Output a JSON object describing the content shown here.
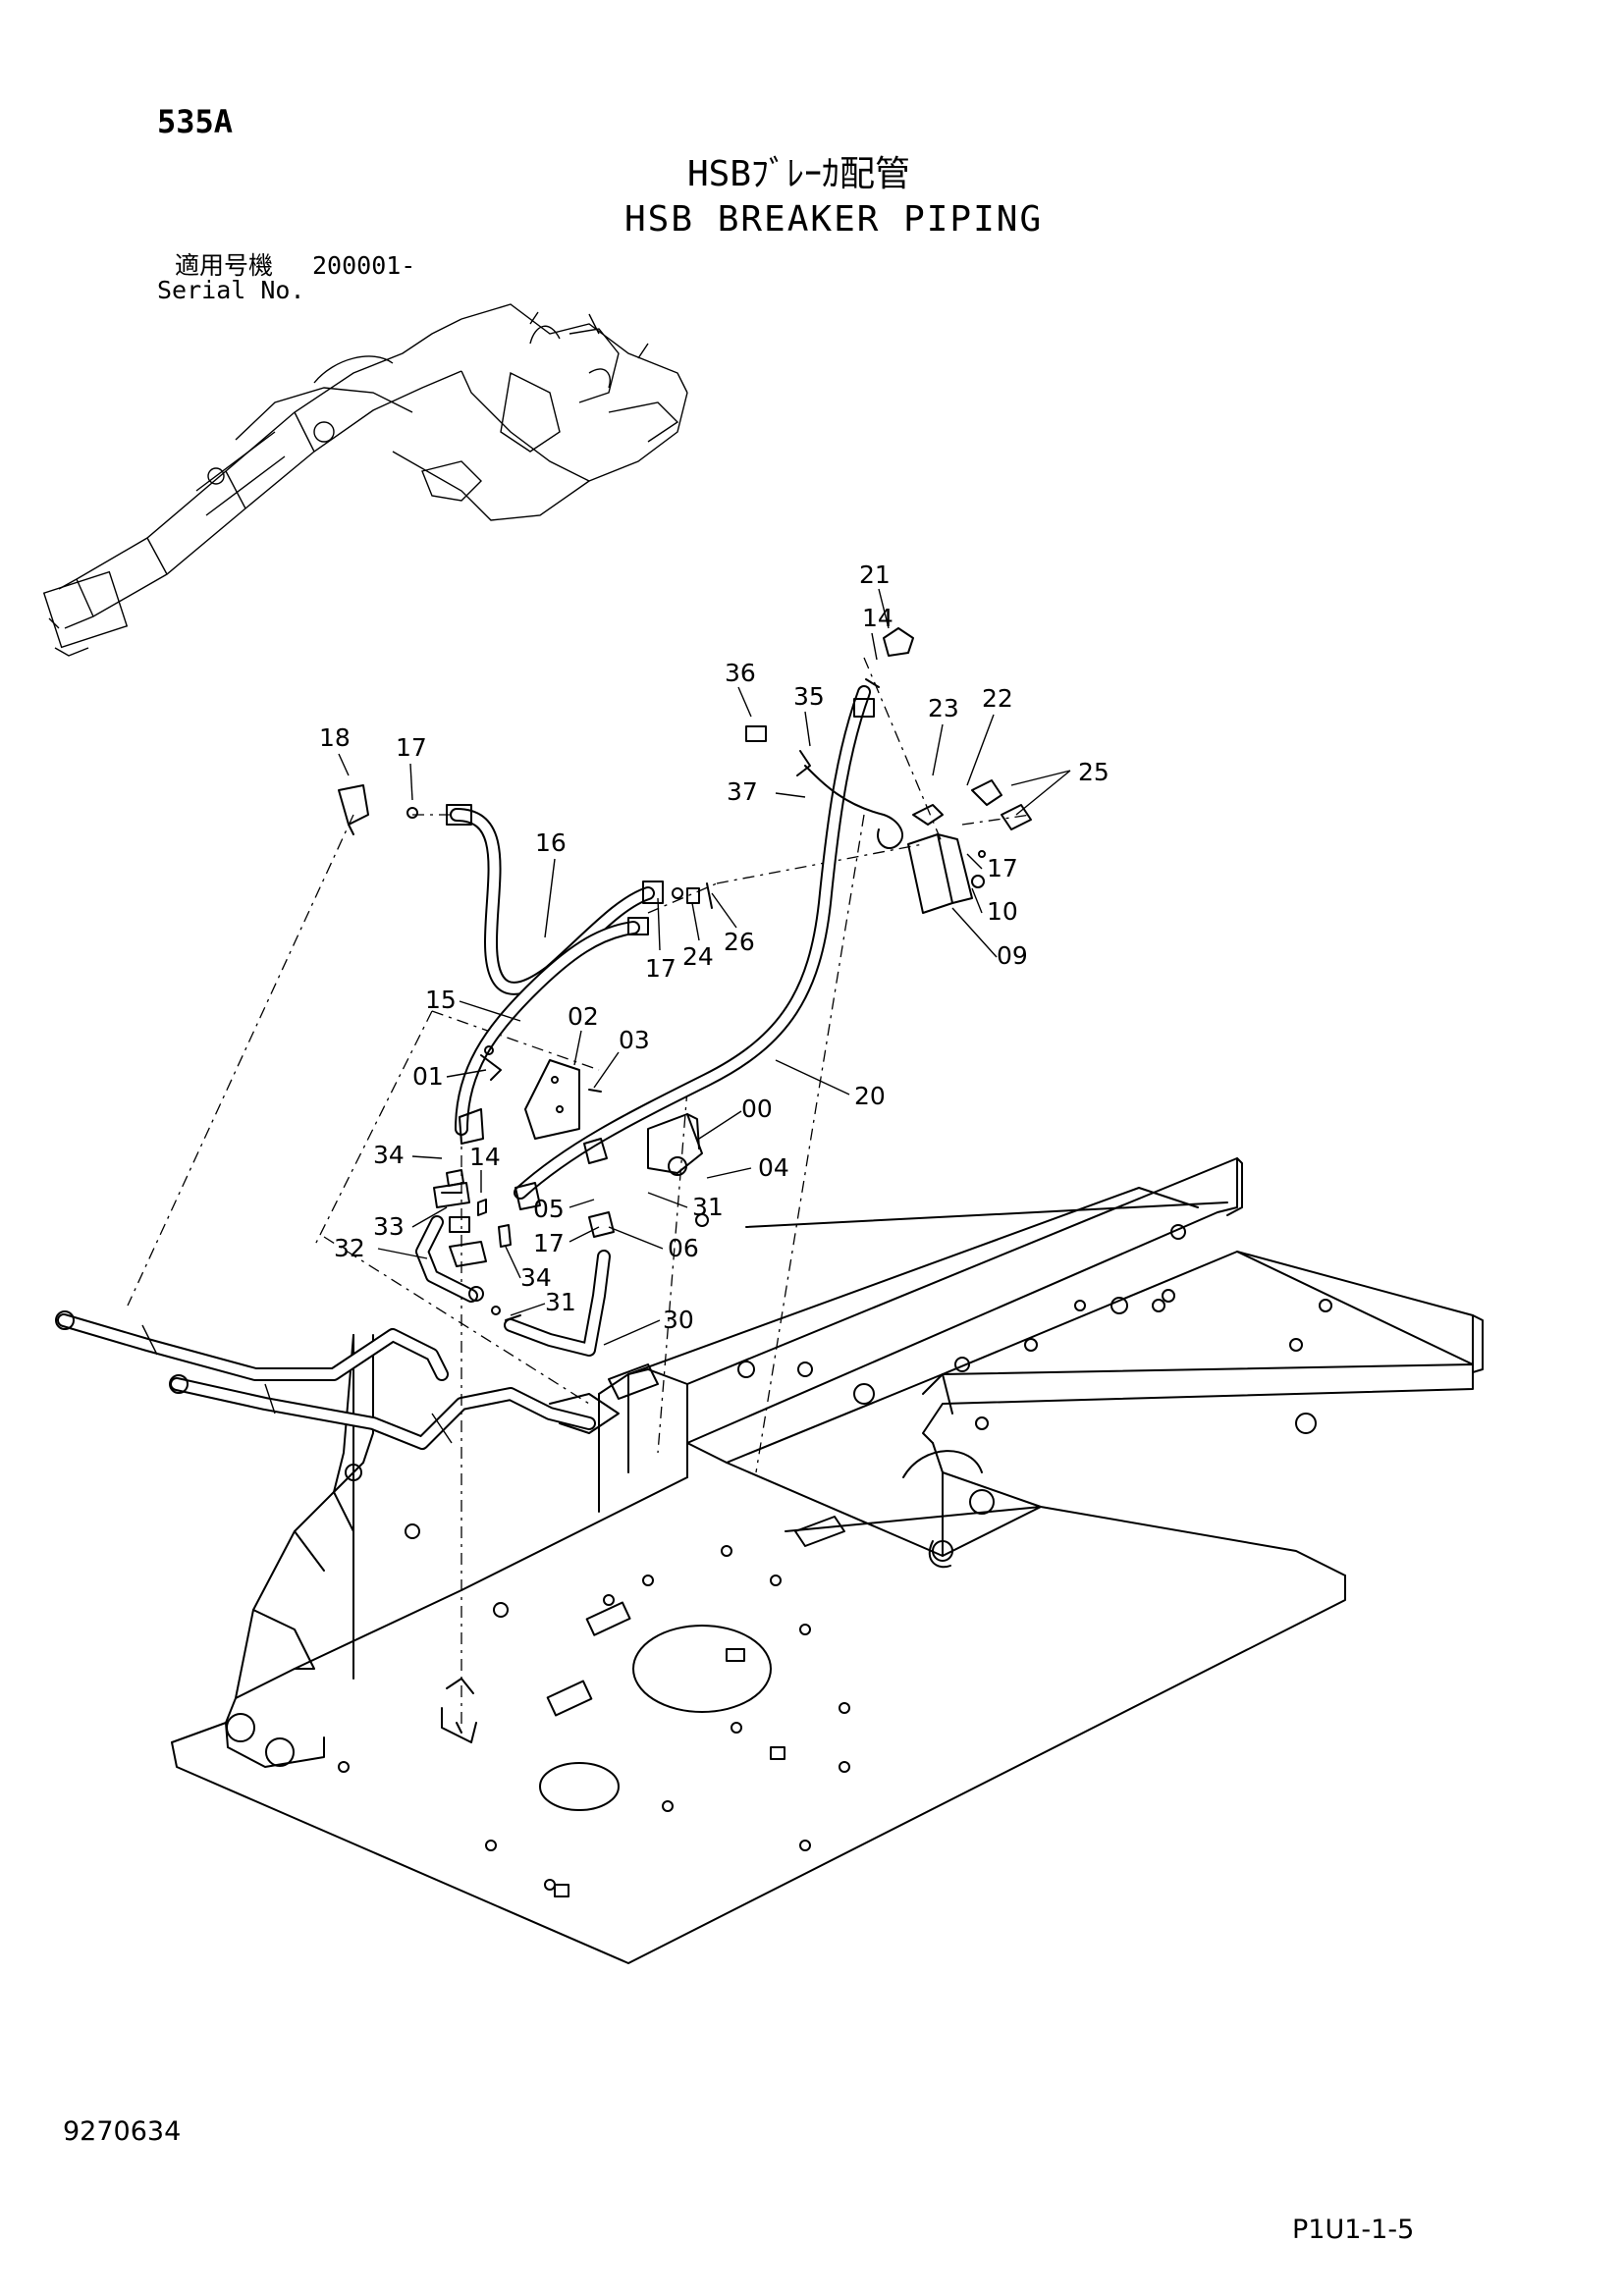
{
  "header": {
    "page_code": "535A",
    "title_jp": "HSBﾌﾞﾚｰｶ配管",
    "title_en": "HSB BREAKER PIPING",
    "serial_label_jp": "適用号機",
    "serial_value": "200001-",
    "serial_label_en": "Serial No."
  },
  "footer": {
    "doc_number": "9270634",
    "page_ref": "P1U1-1-5"
  },
  "callouts": {
    "c21": "21",
    "c14a": "14",
    "c36": "36",
    "c35": "35",
    "c23": "23",
    "c22": "22",
    "c25": "25",
    "c18": "18",
    "c17a": "17",
    "c37": "37",
    "c16": "16",
    "c17b": "17",
    "c10": "10",
    "c09": "09",
    "c17c": "17",
    "c24": "24",
    "c26": "26",
    "c15": "15",
    "c02": "02",
    "c03": "03",
    "c01": "01",
    "c20": "20",
    "c00": "00",
    "c34a": "34",
    "c14b": "14",
    "c04": "04",
    "c33": "33",
    "c05": "05",
    "c31a": "31",
    "c17d": "17",
    "c06": "06",
    "c32": "32",
    "c34b": "34",
    "c31b": "31",
    "c30": "30"
  },
  "colors": {
    "line": "#000000",
    "background": "#ffffff"
  }
}
